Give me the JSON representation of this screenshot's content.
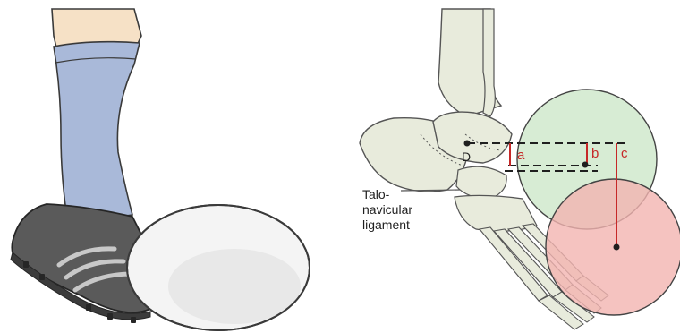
{
  "figure": {
    "ligament_label": [
      "Talo-",
      "navicular",
      "ligament"
    ],
    "point_label": "D",
    "measure_labels": {
      "a": "a",
      "b": "b",
      "c": "c"
    }
  },
  "colors": {
    "sock": "#a9b9d9",
    "sock_stripe": "#8fa3c8",
    "skin": "#f6e1c6",
    "shoe": "#5a5a5a",
    "shoe_stripe": "#c8c8c8",
    "ball": "#f4f4f4",
    "bone": "#e8ebdc",
    "green_circle": "#c9e5c6",
    "red_circle": "#f3b4b0",
    "measure_red": "#c62828",
    "dark": "#1f1f1f"
  }
}
